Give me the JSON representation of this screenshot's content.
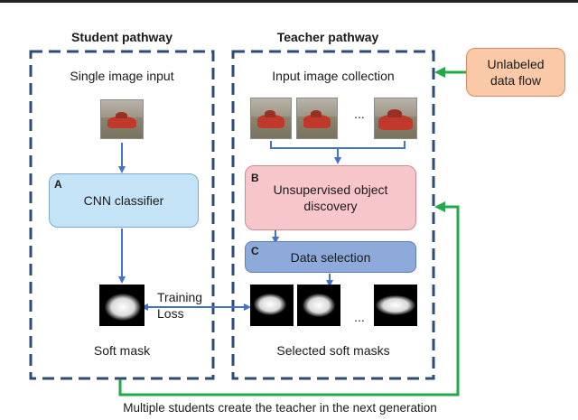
{
  "student": {
    "title": "Student pathway",
    "input_label": "Single image input",
    "classifier_letter": "A",
    "classifier_label": "CNN classifier",
    "output_label": "Soft mask"
  },
  "teacher": {
    "title": "Teacher pathway",
    "input_label": "Input image collection",
    "ellipsis_images": "...",
    "discovery_letter": "B",
    "discovery_label": "Unsupervised object discovery",
    "selection_letter": "C",
    "selection_label": "Data selection",
    "ellipsis_masks": "...",
    "output_label": "Selected soft masks"
  },
  "training_loss_label": "Training Loss",
  "unlabeled_box_label": "Unlabeled data flow",
  "footer_caption": "Multiple students create the teacher in the next generation",
  "colors": {
    "dash_border": "#2e4a7a",
    "arrow_blue": "#4472c4",
    "arrow_green": "#22a94a",
    "classifier_fill": "#c5e3f6",
    "discovery_fill": "#f7c6cb",
    "selection_fill": "#8eaadb",
    "unlabeled_fill": "#f9c9a8"
  }
}
